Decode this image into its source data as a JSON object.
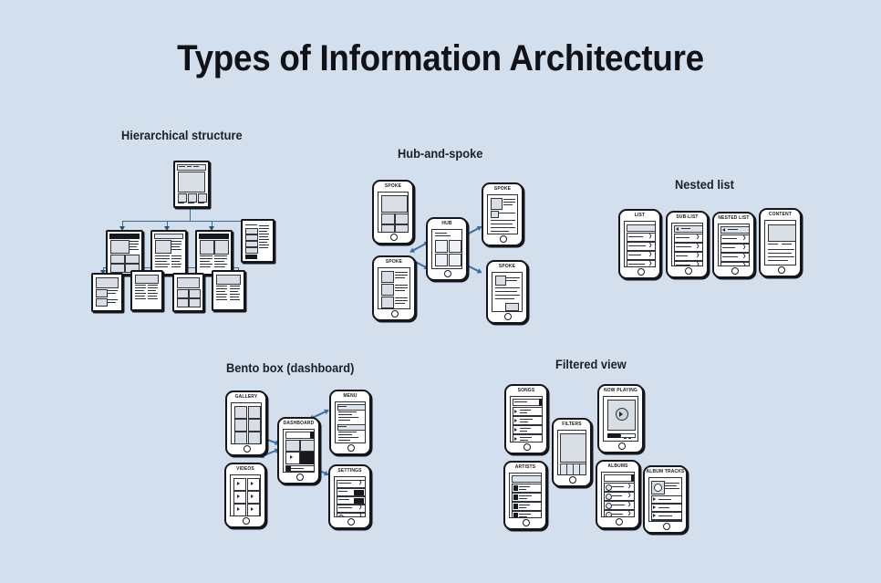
{
  "page": {
    "title": "Types of Information Architecture",
    "background_color": "#d3dfec",
    "ink_color": "#14161b",
    "connector_color": "#3f6d92",
    "arrow_color": "#3b6ea3"
  },
  "sections": [
    {
      "id": "hierarchical",
      "label": "Hierarchical structure"
    },
    {
      "id": "hub",
      "label": "Hub-and-spoke"
    },
    {
      "id": "nested",
      "label": "Nested list"
    },
    {
      "id": "bento",
      "label": "Bento box (dashboard)"
    },
    {
      "id": "filtered",
      "label": "Filtered view"
    }
  ],
  "hierarchical": {
    "label": "Hierarchical structure",
    "root": {
      "name": "root-page"
    },
    "level2": [
      {
        "name": "child-page-1"
      },
      {
        "name": "child-page-2"
      },
      {
        "name": "child-page-3"
      },
      {
        "name": "child-page-4"
      }
    ],
    "level3": [
      {
        "name": "leaf-page-1"
      },
      {
        "name": "leaf-page-2"
      },
      {
        "name": "leaf-page-3"
      },
      {
        "name": "leaf-page-4"
      }
    ]
  },
  "hub": {
    "label": "Hub-and-spoke",
    "center": {
      "label": "HUB"
    },
    "spokes": [
      {
        "label": "SPOKE",
        "position": "top-left"
      },
      {
        "label": "SPOKE",
        "position": "top-right"
      },
      {
        "label": "SPOKE",
        "position": "bottom-left"
      },
      {
        "label": "SPOKE",
        "position": "bottom-right"
      }
    ]
  },
  "nested": {
    "label": "Nested list",
    "screens": [
      {
        "label": "LIST"
      },
      {
        "label": "SUB-LIST"
      },
      {
        "label": "NESTED LIST"
      },
      {
        "label": "CONTENT"
      }
    ]
  },
  "bento": {
    "label": "Bento box (dashboard)",
    "center": {
      "label": "DASHBOARD"
    },
    "screens": [
      {
        "label": "GALLERY",
        "position": "top-left"
      },
      {
        "label": "MENU",
        "position": "top-right"
      },
      {
        "label": "VIDEOS",
        "position": "bottom-left"
      },
      {
        "label": "SETTINGS",
        "position": "bottom-right"
      }
    ]
  },
  "filtered": {
    "label": "Filtered view",
    "screens": [
      {
        "label": "SONGS",
        "position": "left-top"
      },
      {
        "label": "ARTISTS",
        "position": "left-bottom"
      },
      {
        "label": "FILTERS",
        "position": "center"
      },
      {
        "label": "NOW PLAYING",
        "position": "right-top"
      },
      {
        "label": "ALBUMS",
        "position": "right-bottom"
      },
      {
        "label": "ALBUM TRACKS",
        "position": "far-right-bottom"
      }
    ]
  }
}
